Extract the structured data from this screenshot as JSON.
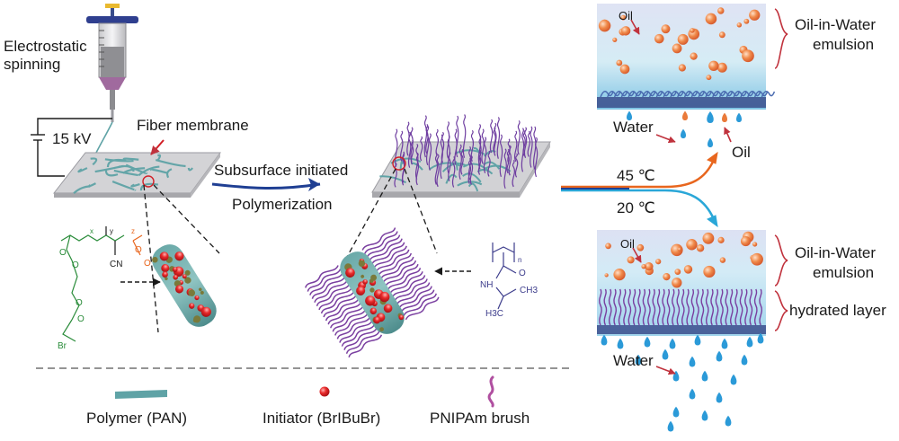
{
  "spinning": {
    "title_line1": "Electrostatic",
    "title_line2": "spinning",
    "voltage": "15 kV",
    "membrane_label": "Fiber membrane"
  },
  "process": {
    "line1": "Subsurface initiated",
    "line2": "Polymerization"
  },
  "chem_left": {
    "atoms": [
      "O",
      "O",
      "O",
      "O",
      "Br",
      "CN",
      "O",
      "O"
    ],
    "subscripts": [
      "x",
      "y",
      "z"
    ]
  },
  "chem_right": {
    "atoms": [
      "O",
      "NH",
      "H3C",
      "CH3"
    ],
    "subscript": "n"
  },
  "temps": {
    "hot": "45 ℃",
    "cold": "20 ℃"
  },
  "top_panel": {
    "oil_arrow_label": "Oil",
    "side_label_line1": "Oil-in-Water",
    "side_label_line2": "emulsion",
    "water_label": "Water",
    "oil_label": "Oil"
  },
  "bottom_panel": {
    "oil_arrow_label": "Oil",
    "side_label_line1": "Oil-in-Water",
    "side_label_line2": "emulsion",
    "hydrated_label": "hydrated layer",
    "water_label": "Water"
  },
  "legend": [
    {
      "label": "Polymer (PAN)",
      "icon": "pan-fiber-icon"
    },
    {
      "label": "Initiator (BrIBuBr)",
      "icon": "initiator-dot-icon"
    },
    {
      "label": "PNIPAm brush",
      "icon": "brush-strand-icon"
    }
  ],
  "colors": {
    "fiber": "#5fa3a6",
    "initiator": "#e0202a",
    "brush": "#7a3fa0",
    "arrow_blue": "#1f3f93",
    "arrow_orange": "#e8661e",
    "arrow_cyan": "#2aa7d8",
    "bracket_red": "#c0323d",
    "water_drop": "#2b9ad8",
    "oil_drop": "#ea7a3a"
  }
}
